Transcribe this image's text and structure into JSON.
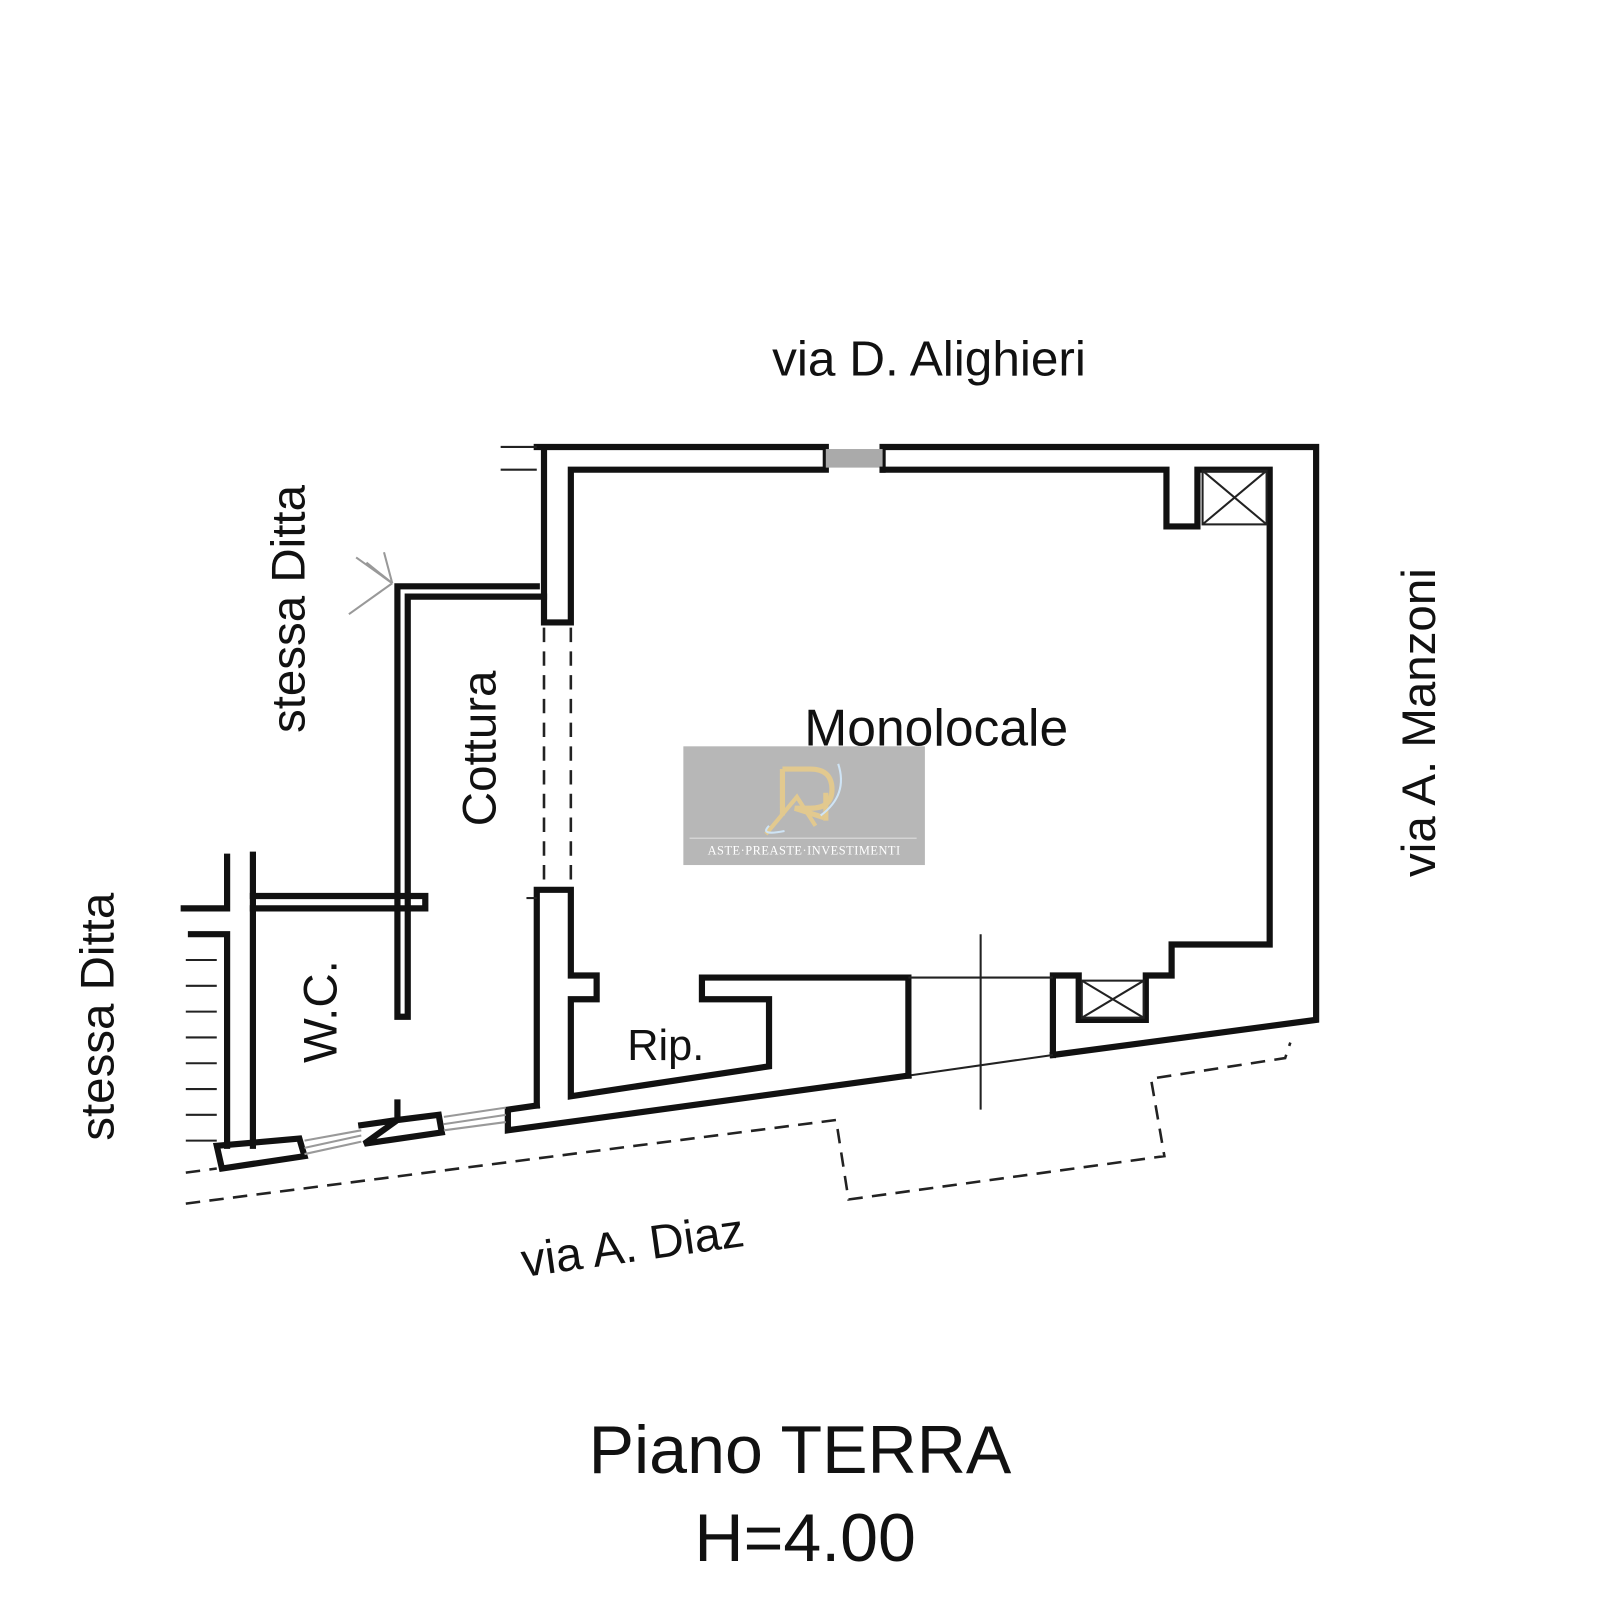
{
  "labels": {
    "street_top": "via D. Alighieri",
    "street_right": "via A. Manzoni",
    "street_bottom": "via A. Diaz",
    "neighbor_upper_left": "stessa Ditta",
    "neighbor_lower_left": "stessa Ditta",
    "room_main": "Monolocale",
    "room_kitchen": "Cottura",
    "room_wc": "W.C.",
    "room_storage": "Rip."
  },
  "footer": {
    "floor": "Piano TERRA",
    "height": "H=4.00"
  },
  "watermark": {
    "logo_letters": "RAI",
    "tagline": "ASTE·PREASTE·INVESTIMENTI",
    "colors": {
      "background": "#b3b3b3",
      "gold": "#e2c98f",
      "text": "#ffffff"
    }
  }
}
